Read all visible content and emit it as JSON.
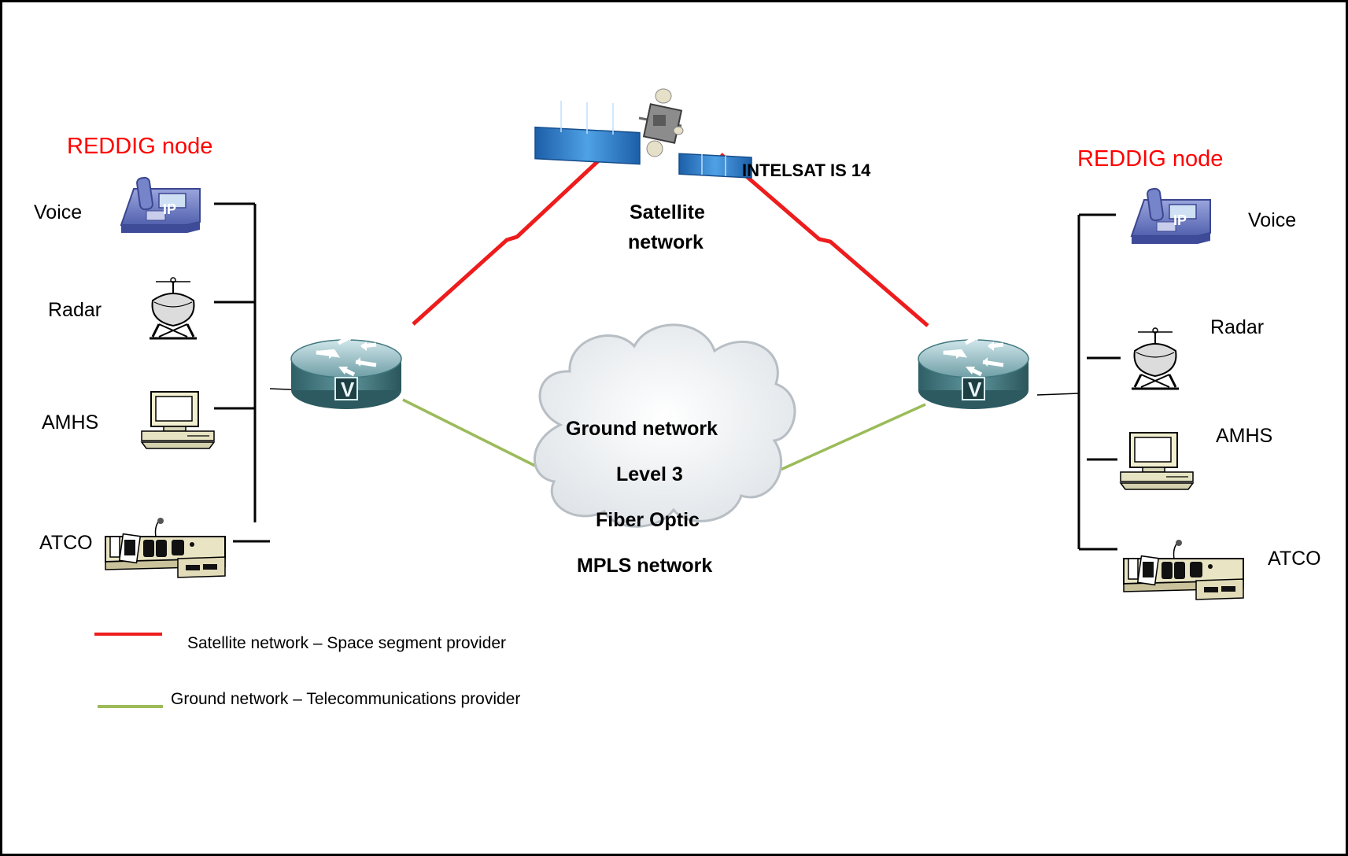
{
  "left_node": {
    "title": "REDDIG node",
    "devices": {
      "voice": "Voice",
      "radar": "Radar",
      "amhs": "AMHS",
      "atco": "ATCO"
    }
  },
  "right_node": {
    "title": "REDDIG node",
    "devices": {
      "voice": "Voice",
      "radar": "Radar",
      "amhs": "AMHS",
      "atco": "ATCO"
    }
  },
  "satellite": {
    "name": "INTELSAT IS 14",
    "network_line1": "Satellite",
    "network_line2": "network"
  },
  "cloud": {
    "line1": "Ground network",
    "line2": "Level 3",
    "line3": "Fiber Optic",
    "line4": "MPLS network"
  },
  "router": {
    "badge": "V"
  },
  "phone": {
    "badge": "IP"
  },
  "legend": {
    "satellite": "Satellite network – Space segment provider",
    "ground": "Ground network – Telecommunications provider"
  },
  "colors": {
    "satellite_link": "#ee1c1c",
    "ground_link": "#9bbb59",
    "node_title": "#ff0000"
  }
}
